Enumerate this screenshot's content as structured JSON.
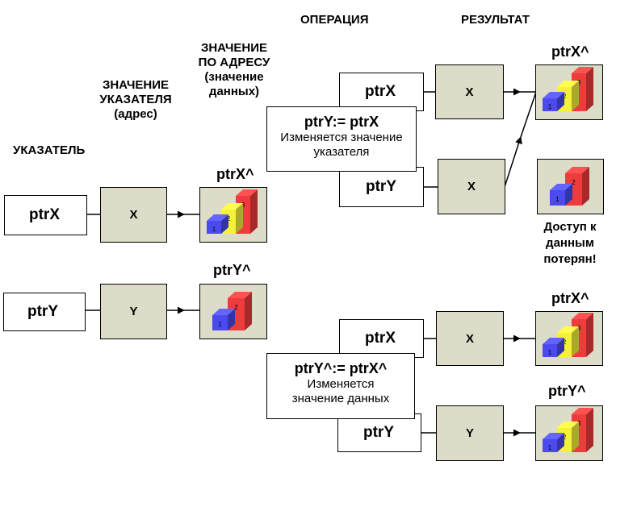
{
  "headers": {
    "pointer": "УКАЗАТЕЛЬ",
    "pointer_value": [
      "ЗНАЧЕНИЕ",
      "УКАЗАТЕЛЯ",
      "(адрес)"
    ],
    "data_value": [
      "ЗНАЧЕНИЕ",
      "ПО АДРЕСУ",
      "(значение",
      "данных)"
    ],
    "operation": "ОПЕРАЦИЯ",
    "result": "РЕЗУЛЬТАТ"
  },
  "left": {
    "ptrX_label": "ptrX",
    "ptrY_label": "ptrY",
    "x_value": "X",
    "y_value": "Y",
    "ptrX_deref": "ptrX^",
    "ptrY_deref": "ptrY^"
  },
  "op1": {
    "title": "ptrY:= ptrX",
    "desc": [
      "Изменяется значение",
      "указателя"
    ],
    "ptrX_label": "ptrX",
    "ptrY_label": "ptrY",
    "x_value_top": "X",
    "x_value_bottom": "X",
    "result_caption": "ptrX^",
    "lost": [
      "Доступ к",
      "данным",
      "потерян!"
    ]
  },
  "op2": {
    "title": "ptrY^:= ptrX^",
    "desc": [
      "Изменяется",
      "значение данных"
    ],
    "ptrX_label": "ptrX",
    "ptrY_label": "ptrY",
    "x_value": "X",
    "y_value": "Y",
    "result_caption_x": "ptrX^",
    "result_caption_y": "ptrY^"
  },
  "bar_labels": [
    "1",
    "2",
    "3"
  ],
  "colors": {
    "box_fill": "#dcdcc8",
    "bar_blue": "#4a4aee",
    "bar_yellow": "#f5f03a",
    "bar_red": "#ee3c3c"
  }
}
